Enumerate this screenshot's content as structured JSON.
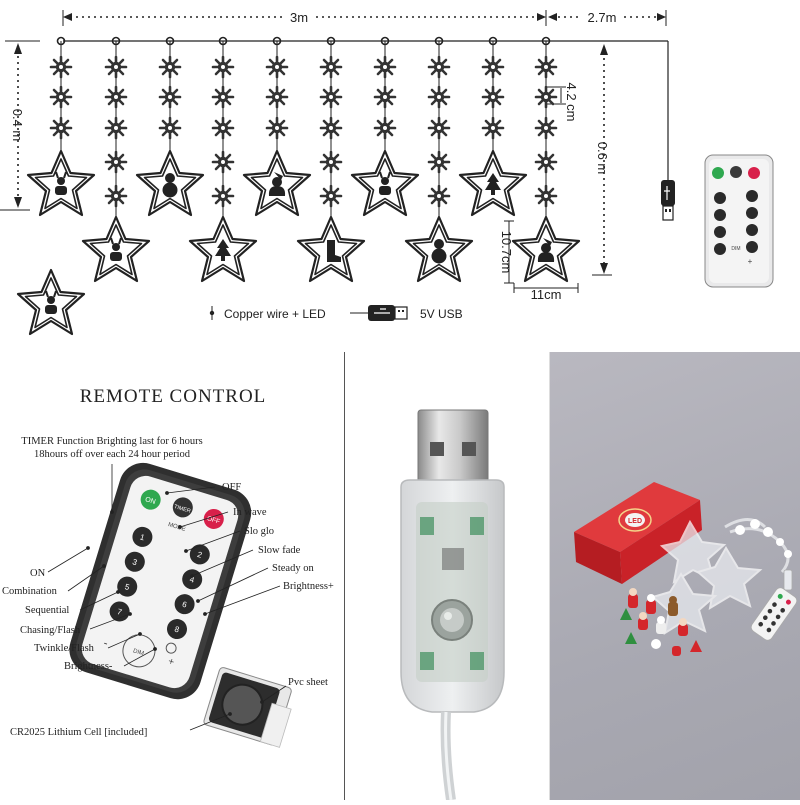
{
  "dimensions": {
    "width_top": "3m",
    "width_tail": "2.7m",
    "drop_short": "0.4 m",
    "drop_long": "0.6 m",
    "spacing": "4.2 cm",
    "star_height": "10.7cm",
    "star_width": "11cm"
  },
  "legend": {
    "wire_label": "Copper wire + LED",
    "usb_label": "5V  USB"
  },
  "remote": {
    "title": "REMOTE CONTROL",
    "timer_line1": "TIMER Function Brighting last for 6 hours",
    "timer_line2": "18hours off over each 24 hour period",
    "labels": {
      "off": "OFF",
      "in_wave": "In wave",
      "slo_glo": "Slo glo",
      "slow_fade": "Slow fade",
      "steady_on": "Steady on",
      "brightness_plus": "Brightness+",
      "on": "ON",
      "combination": "Combination",
      "sequential": "Sequential",
      "chasing_flash": "Chasing/Flash",
      "twinkle_flash": "Twinkle/Flash",
      "brightness_minus": "Brightness-",
      "pvc_sheet": "Pvc sheet",
      "battery": "CR2025 Lithium Cell [included]"
    },
    "keys": {
      "timer": "TIMER",
      "on": "ON",
      "off": "OFF",
      "mode": "MODE",
      "dim": "DIM",
      "plus": "+",
      "minus": "-",
      "k1": "1",
      "k2": "2",
      "k3": "3",
      "k4": "4",
      "k5": "5",
      "k6": "6",
      "k7": "7",
      "k8": "8"
    }
  },
  "photo": {
    "box_label": "LED"
  },
  "colors": {
    "on_key": "#2fa84f",
    "off_key": "#d8204a",
    "box_red": "#d4262b",
    "line": "#222222"
  }
}
